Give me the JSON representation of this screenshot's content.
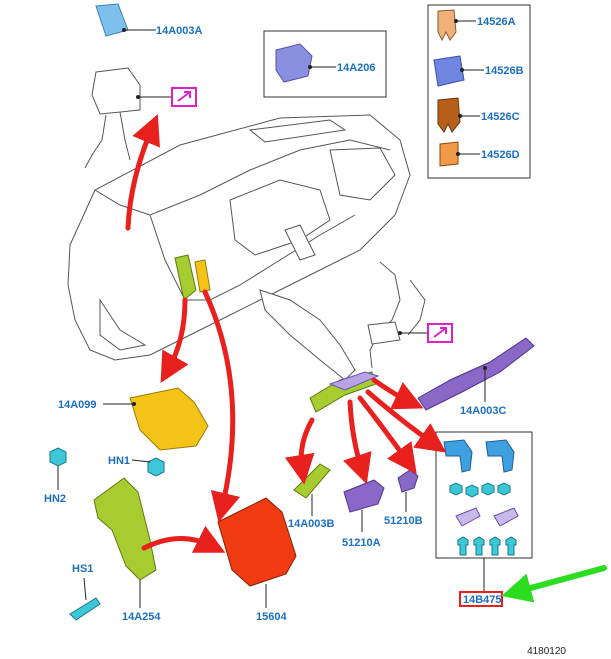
{
  "labels": {
    "p14A003A": "14A003A",
    "p14A206": "14A206",
    "p14526A": "14526A",
    "p14526B": "14526B",
    "p14526C": "14526C",
    "p14526D": "14526D",
    "p14A099": "14A099",
    "HN1": "HN1",
    "HN2": "HN2",
    "HS1": "HS1",
    "p14A254": "14A254",
    "p15604": "15604",
    "p14A003B": "14A003B",
    "p51210A": "51210A",
    "p51210B": "51210B",
    "p14A003C": "14A003C",
    "p14B475": "14B475",
    "ref": "4180120"
  },
  "colors": {
    "label_blue": "#1a6fc4",
    "arrow_red": "#e8201e",
    "highlight_green": "#2bdc1f",
    "magenta": "#e020c8",
    "part_yellow": "#f3c417",
    "part_orange_red": "#ee3b12",
    "part_lime": "#a6cc30",
    "part_purple": "#8a68c8",
    "part_cyan": "#3ec7d8",
    "part_light_blue": "#7ec0ec"
  }
}
